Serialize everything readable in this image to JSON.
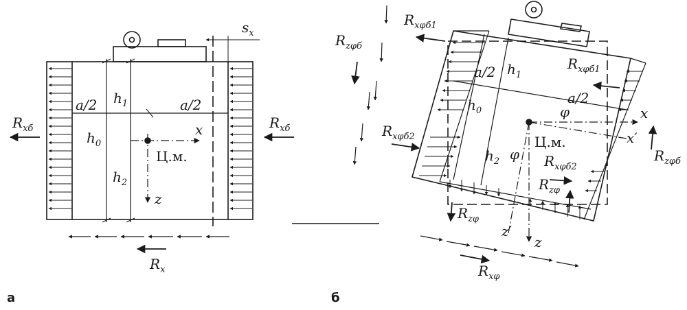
{
  "panels": [
    {
      "id": "a",
      "tag": "а",
      "labels": {
        "r_xb_left": {
          "base": "R",
          "sub": "xб"
        },
        "r_xb_right": {
          "base": "R",
          "sub": "xб"
        },
        "r_x": {
          "base": "R",
          "sub": "x"
        },
        "s_x": {
          "base": "s",
          "sub": "x"
        },
        "a_half_left": "a/2",
        "a_half_right": "a/2",
        "h1": {
          "base": "h",
          "sub": "1"
        },
        "h0": {
          "base": "h",
          "sub": "0"
        },
        "h2": {
          "base": "h",
          "sub": "2"
        },
        "x_axis": "x",
        "z_axis": "z",
        "center_mass": "Ц.м."
      }
    },
    {
      "id": "b",
      "tag": "б",
      "labels": {
        "r_xphib1_top": {
          "base": "R",
          "sub": "xφб1"
        },
        "r_xphib1_right": {
          "base": "R",
          "sub": "xφб1"
        },
        "r_zphib_left": {
          "base": "R",
          "sub": "zφб"
        },
        "r_zphib_right": {
          "base": "R",
          "sub": "zφб"
        },
        "r_xphib2_left": {
          "base": "R",
          "sub": "xφб2"
        },
        "r_xphib2_right": {
          "base": "R",
          "sub": "xφб2"
        },
        "r_zphi_mid": {
          "base": "R",
          "sub": "zφ"
        },
        "r_zphi_bottom": {
          "base": "R",
          "sub": "zφ"
        },
        "r_xphi": {
          "base": "R",
          "sub": "xφ"
        },
        "a_half_left": "a/2",
        "a_half_right": "a/2",
        "h1": {
          "base": "h",
          "sub": "1"
        },
        "h0": {
          "base": "h",
          "sub": "0"
        },
        "h2": {
          "base": "h",
          "sub": "2"
        },
        "phi_top": "φ",
        "phi_mid": "φ",
        "x_axis": "x",
        "x_prime": "x′",
        "z_axis": "z",
        "z_prime": "z′",
        "center_mass": "Ц.м."
      }
    }
  ]
}
